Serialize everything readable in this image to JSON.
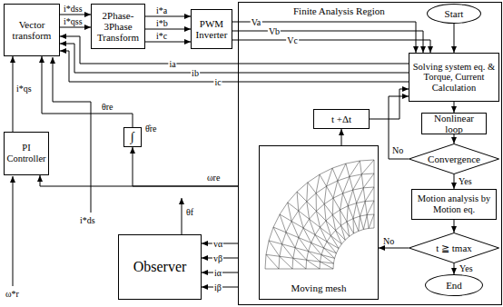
{
  "diagram": {
    "nodes": [
      {
        "text": [
          "Vector transform"
        ]
      },
      {
        "text": [
          "2Phase-3Phase Transform"
        ]
      },
      {
        "text": [
          "PWM Inverter"
        ]
      },
      {
        "text": [
          "Finite Analysis Region"
        ]
      },
      {
        "text": [
          "Start"
        ],
        "in": 3
      },
      {
        "text": [
          "t +Δt"
        ],
        "in": 3
      },
      {
        "text": [
          "Solving system eq. & Torque, Current Calculation"
        ],
        "in": 3
      },
      {
        "text": [
          "Nonlinear loop"
        ],
        "in": 3
      },
      {
        "text": [
          "Convergence"
        ],
        "in": 3
      },
      {
        "text": [
          "Motion analysis by Motion eq."
        ],
        "in": 3
      },
      {
        "text": [
          "t ≧ tmax"
        ],
        "in": 3
      },
      {
        "text": [
          "End"
        ],
        "in": 3
      },
      {
        "text": [
          "Moving mesh"
        ],
        "in": 3
      },
      {
        "text": [
          "Observer"
        ]
      },
      {
        "text": [
          "PI Controller"
        ]
      },
      {
        "text": [
          "∫"
        ]
      }
    ],
    "edges": [
      {
        "from": 0,
        "to": 1,
        "arrow": "to"
      },
      {
        "from": 0,
        "to": 1,
        "arrow": "to"
      },
      {
        "from": 1,
        "to": 2,
        "arrow": "to"
      },
      {
        "from": 1,
        "to": 2,
        "arrow": "to"
      },
      {
        "from": 1,
        "to": 2,
        "arrow": "to"
      },
      {
        "from": 2,
        "to": 6,
        "arrow": "to"
      },
      {
        "from": 2,
        "to": 6,
        "arrow": "to"
      },
      {
        "from": 2,
        "to": 6,
        "arrow": "to"
      },
      {
        "from": 6,
        "to": 0,
        "arrow": "to"
      },
      {
        "from": 6,
        "to": 0,
        "arrow": "to"
      },
      {
        "from": 6,
        "to": 0,
        "arrow": "to"
      },
      {
        "from": 14,
        "to": 0,
        "arrow": "to"
      },
      {
        "from": 15,
        "to": 0,
        "arrow": "to"
      },
      {
        "from": 4,
        "to": 6,
        "arrow": "to"
      },
      {
        "from": 6,
        "to": 7,
        "arrow": "to"
      },
      {
        "from": 7,
        "to": 8,
        "arrow": "to"
      },
      {
        "from": 8,
        "to": 6,
        "label": "No",
        "arrow": "to"
      },
      {
        "from": 8,
        "to": 9,
        "label": "Yes",
        "arrow": "to"
      },
      {
        "from": 9,
        "to": 10,
        "arrow": "to"
      },
      {
        "from": 10,
        "to": 11,
        "label": "Yes",
        "arrow": "to"
      },
      {
        "from": 10,
        "to": 12,
        "label": "No",
        "arrow": "to"
      },
      {
        "from": 12,
        "to": 5,
        "arrow": "to"
      },
      {
        "from": 5,
        "to": 6,
        "arrow": "to"
      },
      {
        "from": 3,
        "to": 13,
        "label": "vα",
        "arrow": "to"
      },
      {
        "from": 3,
        "to": 13,
        "label": "vβ",
        "arrow": "to"
      },
      {
        "from": 3,
        "to": 13,
        "label": "iα",
        "arrow": "to"
      },
      {
        "from": 3,
        "to": 13,
        "label": "iβ",
        "arrow": "to"
      },
      {
        "from": 3,
        "to": 15,
        "arrow": "to"
      },
      {
        "from": 3,
        "to": 14,
        "arrow": "to"
      }
    ],
    "labels": [
      "i*dss",
      "i*qss",
      "i*a",
      "i*b",
      "i*c",
      "Va",
      "Vb",
      "Vc",
      "ia",
      "ib",
      "ic",
      "i*qs",
      "θre",
      "θ̂re",
      "θf",
      "ωre",
      "i*ds",
      "ω*r"
    ]
  }
}
